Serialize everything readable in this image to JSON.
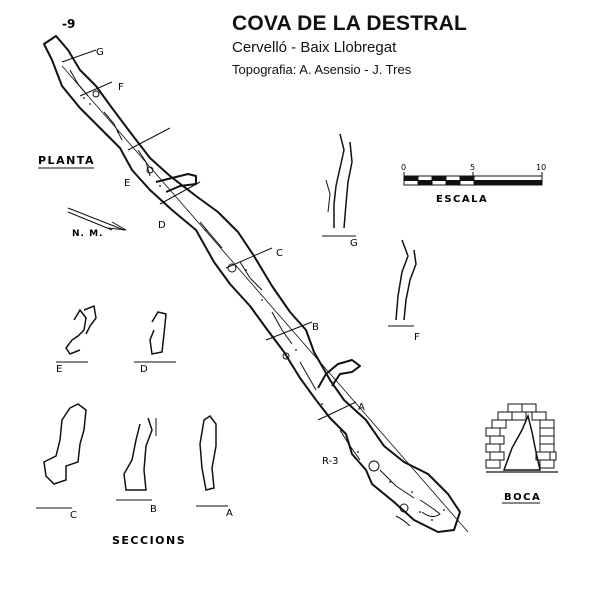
{
  "header": {
    "title": "COVA DE LA DESTRAL",
    "subtitle": "Cervelló - Baix Llobregat",
    "credits": "Topografia: A. Asensio - J. Tres"
  },
  "map": {
    "planta_label": "PLANTA",
    "north_label": "N. M.",
    "depth_label": "-9",
    "depth_label_2": "R-3",
    "section_marks": [
      "G",
      "F",
      "E",
      "D",
      "C",
      "B",
      "A"
    ]
  },
  "scale": {
    "label": "ESCALA",
    "ticks": [
      "0",
      "5",
      "10"
    ]
  },
  "sections": {
    "title": "SECCIONS",
    "labels": [
      "G",
      "F",
      "E",
      "D",
      "C",
      "B",
      "A"
    ],
    "entrance_label": "BOCA"
  },
  "colors": {
    "ink": "#111111",
    "paper": "#ffffff"
  }
}
